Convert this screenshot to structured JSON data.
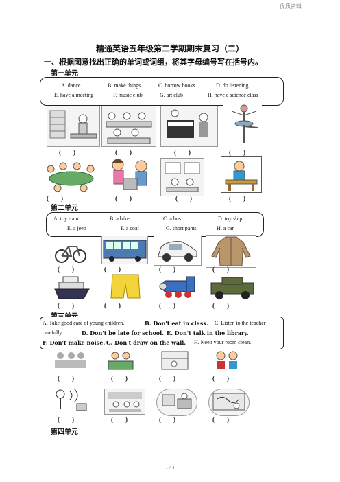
{
  "header_tag": "优质资料",
  "title": "精通英语五年级第二学期期末复习（二）",
  "instruction": "一、根据图意找出正确的单词或词组，将其字母编号写在括号内。",
  "units": [
    "第一单元",
    "第二单元",
    "第三单元",
    "第四单元"
  ],
  "unit1": {
    "row1": [
      "A. dance",
      "B. make things",
      "C. borrow books",
      "D. do listening"
    ],
    "row2": [
      "E. have a meeting",
      "F. music club",
      "G. art club",
      "H. have a science class"
    ]
  },
  "unit2": {
    "row1": [
      "A. toy train",
      "B. a bike",
      "C. a bus",
      "D. toy ship"
    ],
    "row2": [
      "E. a jeep",
      "F. a coat",
      "G. short pants",
      "H. a car"
    ]
  },
  "unit3": {
    "line1": [
      "A. Take good care of young children.",
      "B. Don't eat in class.",
      "C. Listen to the teacher"
    ],
    "line2": [
      "carefully.",
      "D. Don't be late for school.",
      "E. Don't talk in the library."
    ],
    "line3": [
      "F. Don't make noise.",
      "G. Don't draw on the wall.",
      "H. Keep your room clean."
    ]
  },
  "paren": "(        )",
  "pictures": {
    "unit1": [
      "classroom-teacher-picture",
      "students-desks-picture",
      "piano-music-picture",
      "ballet-dancer-picture",
      "meeting-table-picture",
      "science-class-picture",
      "drawing-art-picture",
      "boy-making-things-picture"
    ],
    "unit2": [
      "bike-picture",
      "bus-picture",
      "car-picture",
      "coat-picture",
      "ship-picture",
      "shorts-picture",
      "toy-train-picture",
      "jeep-picture"
    ],
    "unit3": [
      "children-picture",
      "classroom-picture",
      "library-picture",
      "kids-picture",
      "noise-picture",
      "class-picture",
      "room-picture",
      "wall-picture"
    ]
  },
  "footer": "1 / 4"
}
